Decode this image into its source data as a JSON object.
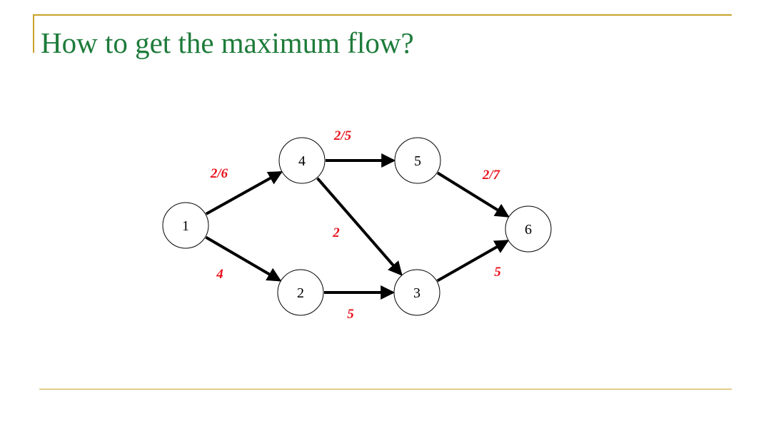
{
  "slide": {
    "title": "How to get the maximum flow?"
  },
  "colors": {
    "title": "#1e7b3a",
    "rule": "#c9a227",
    "edge_label": "#e8111a",
    "edge": "#000000"
  },
  "graph": {
    "nodes": [
      {
        "id": "1",
        "label": "1"
      },
      {
        "id": "2",
        "label": "2"
      },
      {
        "id": "3",
        "label": "3"
      },
      {
        "id": "4",
        "label": "4"
      },
      {
        "id": "5",
        "label": "5"
      },
      {
        "id": "6",
        "label": "6"
      }
    ],
    "edges": [
      {
        "from": "1",
        "to": "4",
        "label": "2/6"
      },
      {
        "from": "1",
        "to": "2",
        "label": "4"
      },
      {
        "from": "4",
        "to": "5",
        "label": "2/5"
      },
      {
        "from": "4",
        "to": "3",
        "label": "2"
      },
      {
        "from": "2",
        "to": "3",
        "label": "5"
      },
      {
        "from": "5",
        "to": "6",
        "label": "2/7"
      },
      {
        "from": "3",
        "to": "6",
        "label": "5"
      }
    ]
  }
}
